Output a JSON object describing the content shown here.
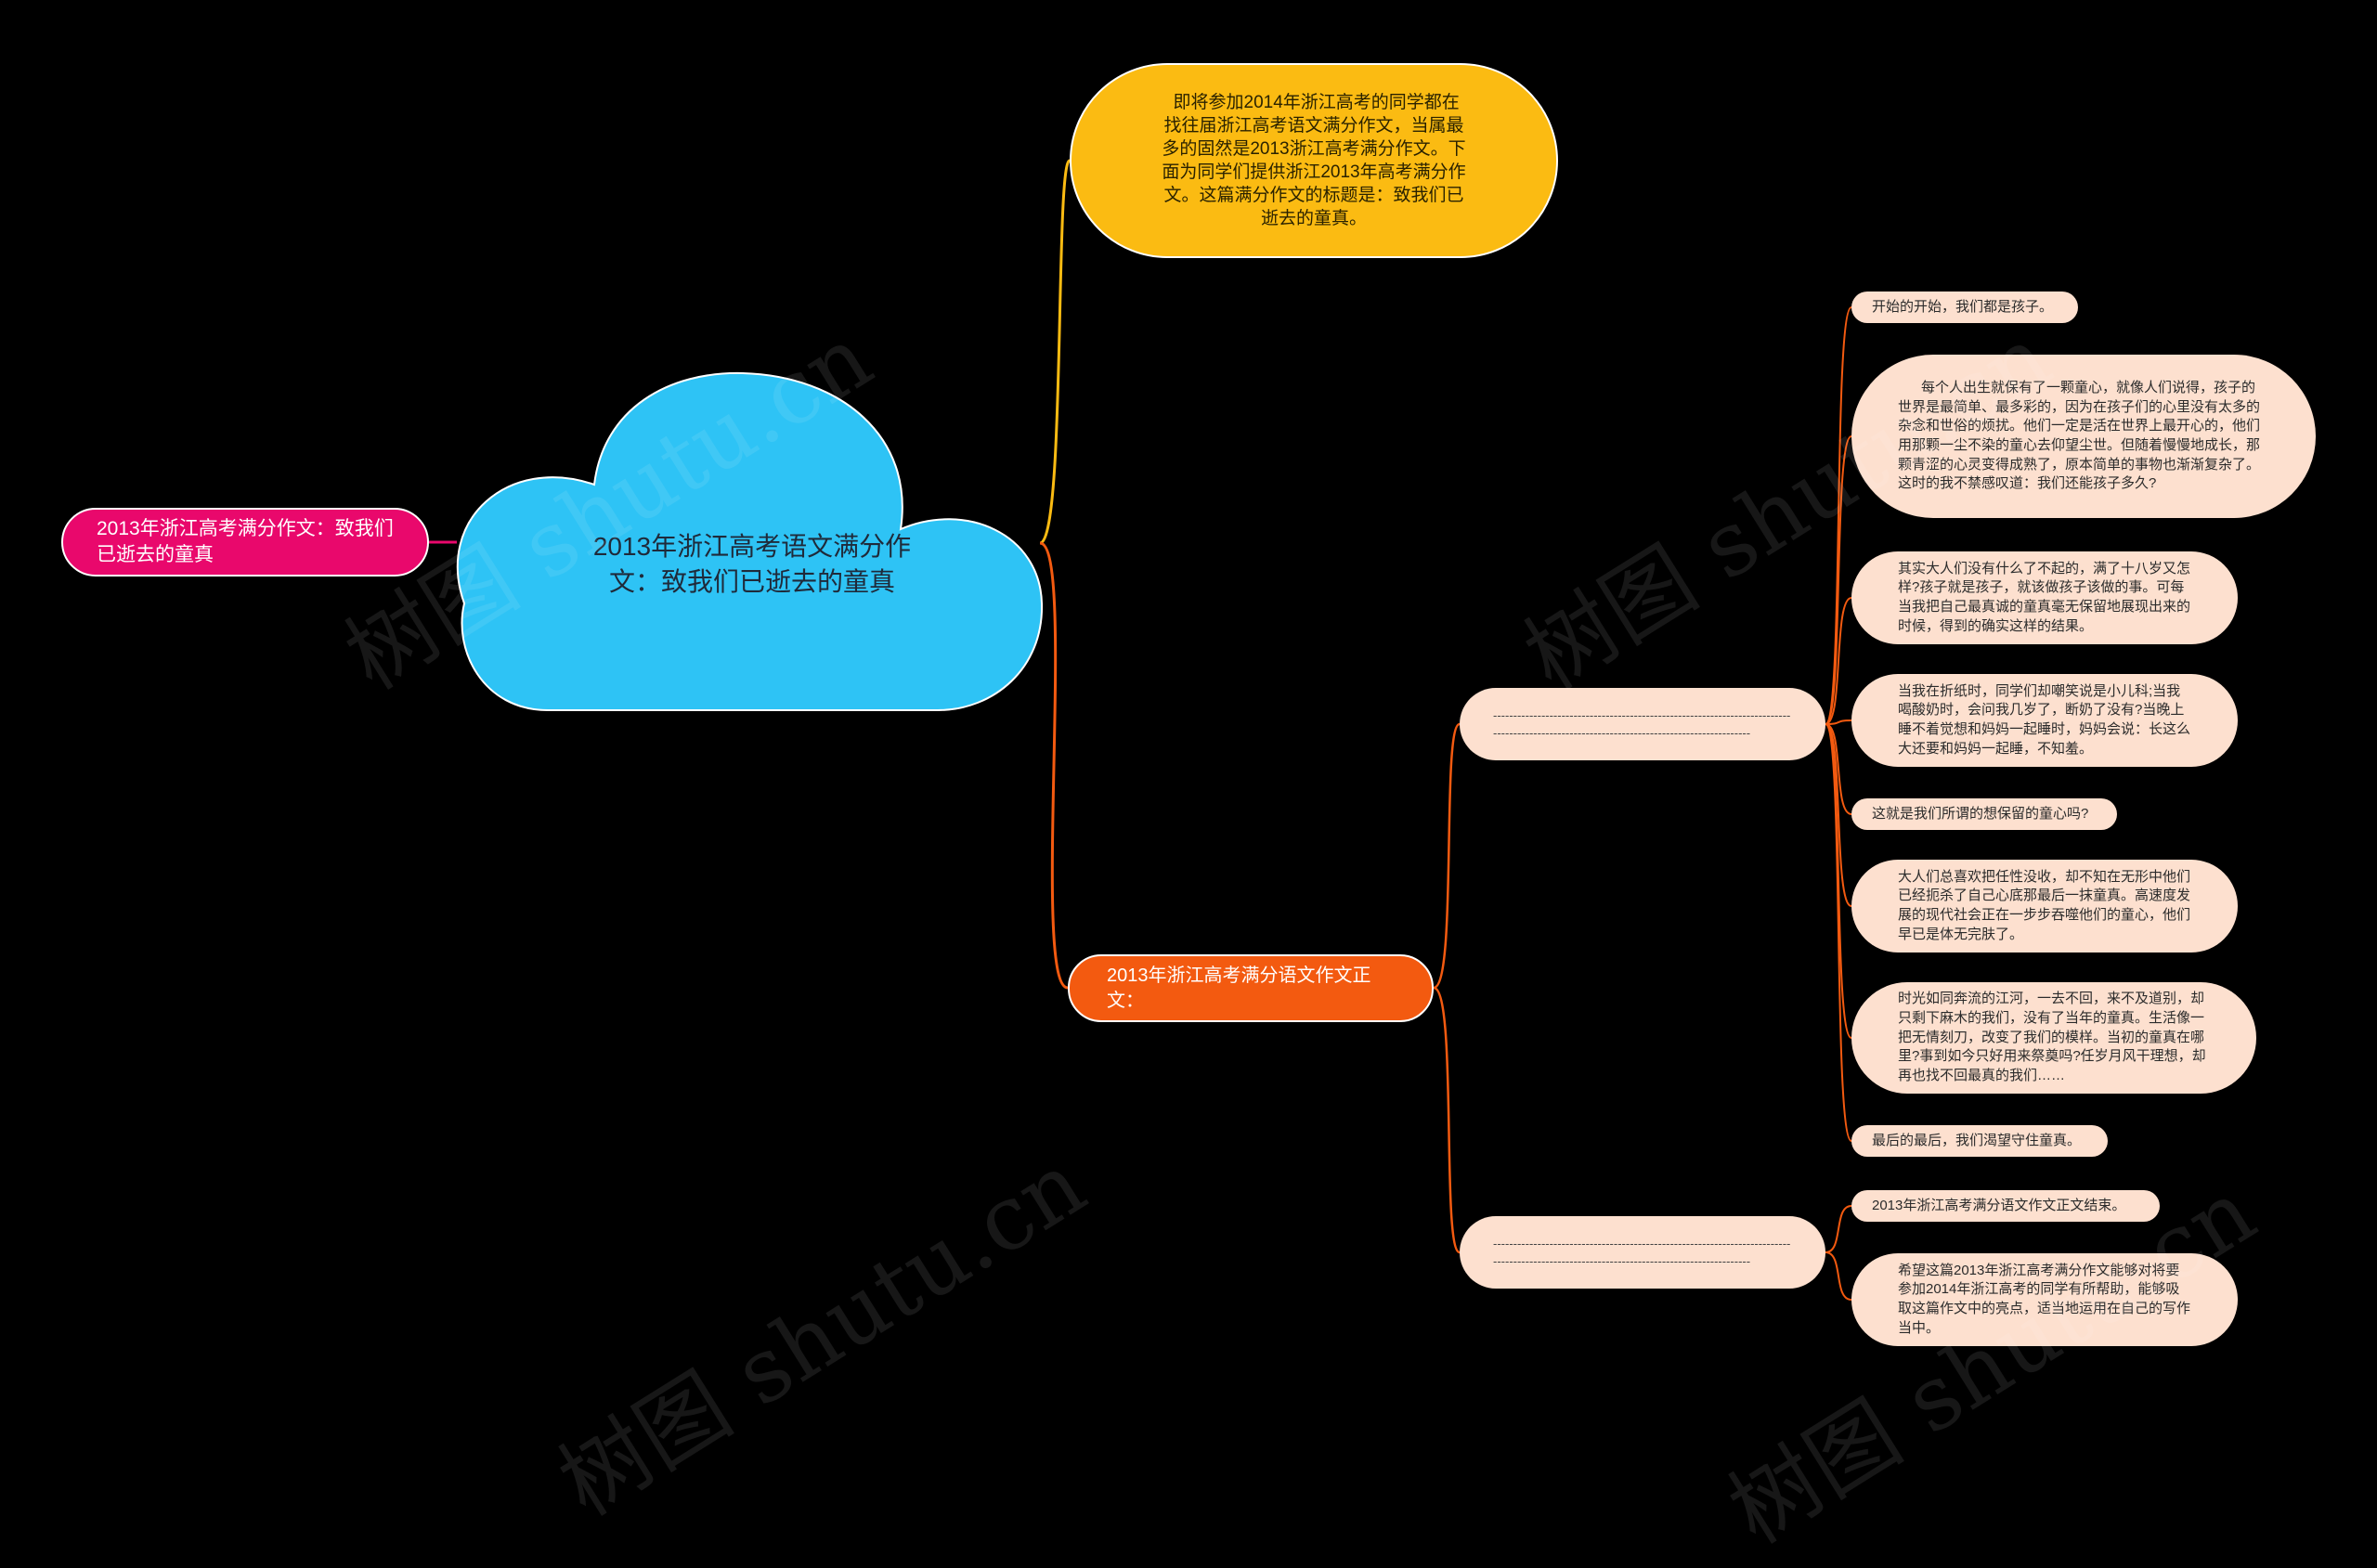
{
  "colors": {
    "background": "#000000",
    "root": "#2ec3f5",
    "left": "#e9086c",
    "intro": "#fbbb12",
    "main": "#f35a10",
    "leaf": "#fde0cf"
  },
  "root": {
    "label": "2013年浙江高考语文满分作文：致我们已逝去的童真"
  },
  "left": {
    "label": "2013年浙江高考满分作文：致我们已逝去的童真"
  },
  "intro": {
    "text": " 即将参加2014年浙江高考的同学都在找往届浙江高考语文满分作文，当属最多的固然是2013浙江高考满分作文。下面为同学们提供浙江2013年高考满分作文。这篇满分作文的标题是：致我们已逝去的童真。"
  },
  "main": {
    "label": "2013年浙江高考满分语文作文正文："
  },
  "dash1": {
    "text": "------------------------------------------------------------------------------------------------------------------------------------------"
  },
  "dash2": {
    "text": "------------------------------------------------------------------------------------------------------------------------------------------"
  },
  "leaves1": [
    "开始的开始，我们都是孩子。",
    "      每个人出生就保有了一颗童心，就像人们说得，孩子的世界是最简单、最多彩的，因为在孩子们的心里没有太多的杂念和世俗的烦扰。他们一定是活在世界上最开心的，他们用那颗一尘不染的童心去仰望尘世。但随着慢慢地成长，那颗青涩的心灵变得成熟了，原本简单的事物也渐渐复杂了。这时的我不禁感叹道：我们还能孩子多久?",
    "其实大人们没有什么了不起的，满了十八岁又怎样?孩子就是孩子，就该做孩子该做的事。可每当我把自己最真诚的童真毫无保留地展现出来的时候，得到的确实这样的结果。",
    "当我在折纸时，同学们却嘲笑说是小儿科;当我喝酸奶时，会问我几岁了，断奶了没有?当晚上睡不着觉想和妈妈一起睡时，妈妈会说：长这么大还要和妈妈一起睡，不知羞。",
    "这就是我们所谓的想保留的童心吗?",
    "大人们总喜欢把任性没收，却不知在无形中他们已经扼杀了自己心底那最后一抹童真。高速度发展的现代社会正在一步步吞噬他们的童心，他们早已是体无完肤了。",
    "时光如同奔流的江河，一去不回，来不及道别，却只剩下麻木的我们，没有了当年的童真。生活像一把无情刻刀，改变了我们的模样。当初的童真在哪里?事到如今只好用来祭奠吗?任岁月风干理想，却再也找不回最真的我们……",
    "最后的最后，我们渴望守住童真。"
  ],
  "leaves2": [
    "2013年浙江高考满分语文作文正文结束。",
    "希望这篇2013年浙江高考满分作文能够对将要参加2014年浙江高考的同学有所帮助，能够吸取这篇作文中的亮点，适当地运用在自己的写作当中。"
  ],
  "watermark": "树图 shutu.cn"
}
